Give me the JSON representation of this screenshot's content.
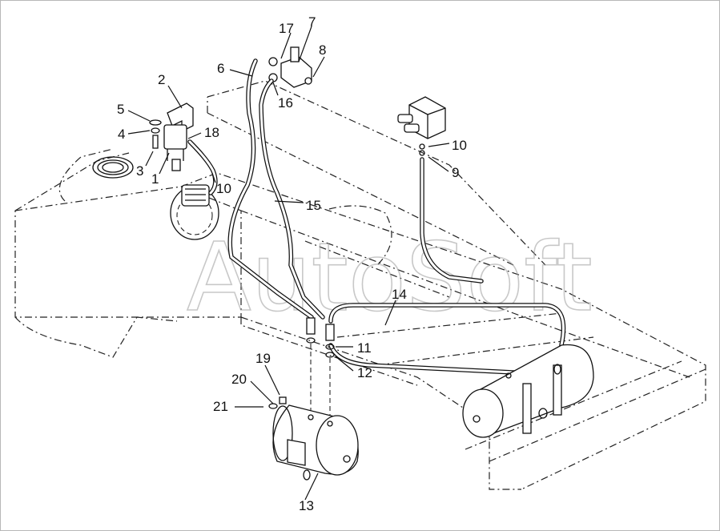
{
  "watermark": "AutoSoft",
  "callouts": [
    {
      "id": "c1",
      "label": "1"
    },
    {
      "id": "c2",
      "label": "2"
    },
    {
      "id": "c3",
      "label": "3"
    },
    {
      "id": "c4",
      "label": "4"
    },
    {
      "id": "c5",
      "label": "5"
    },
    {
      "id": "c6",
      "label": "6"
    },
    {
      "id": "c7",
      "label": "7"
    },
    {
      "id": "c8",
      "label": "8"
    },
    {
      "id": "c9",
      "label": "9"
    },
    {
      "id": "c10a",
      "label": "10"
    },
    {
      "id": "c10b",
      "label": "10"
    },
    {
      "id": "c11",
      "label": "11"
    },
    {
      "id": "c12",
      "label": "12"
    },
    {
      "id": "c13",
      "label": "13"
    },
    {
      "id": "c14",
      "label": "14"
    },
    {
      "id": "c15",
      "label": "15"
    },
    {
      "id": "c16",
      "label": "16"
    },
    {
      "id": "c17",
      "label": "17"
    },
    {
      "id": "c18",
      "label": "18"
    },
    {
      "id": "c19",
      "label": "19"
    },
    {
      "id": "c20",
      "label": "20"
    },
    {
      "id": "c21",
      "label": "21"
    }
  ]
}
